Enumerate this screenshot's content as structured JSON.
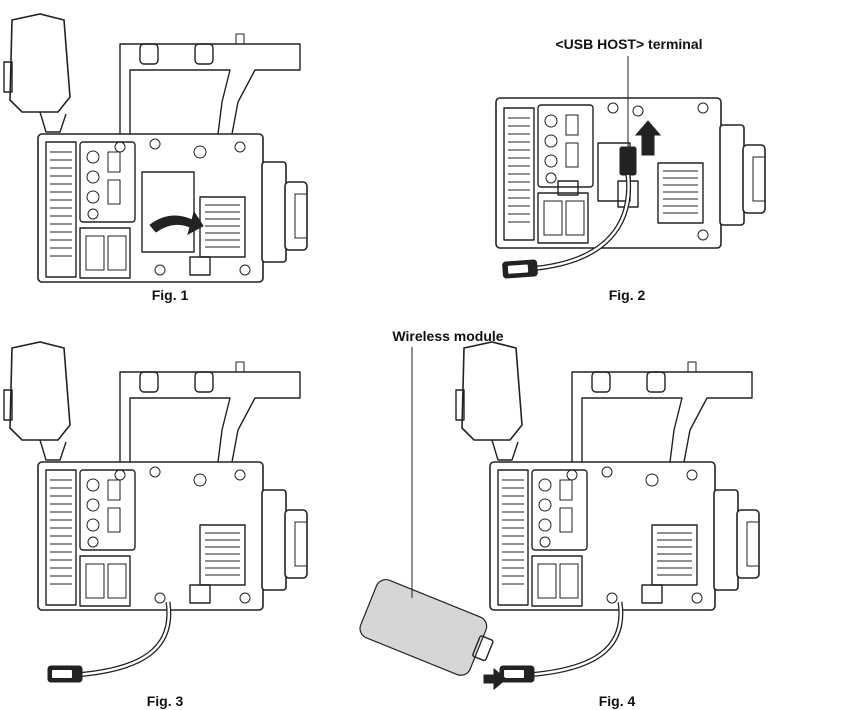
{
  "figures": [
    {
      "id": "fig1",
      "caption": "Fig. 1"
    },
    {
      "id": "fig2",
      "caption": "Fig. 2",
      "callout": "<USB HOST> terminal"
    },
    {
      "id": "fig3",
      "caption": "Fig. 3"
    },
    {
      "id": "fig4",
      "caption": "Fig. 4",
      "callout": "Wireless module"
    }
  ]
}
